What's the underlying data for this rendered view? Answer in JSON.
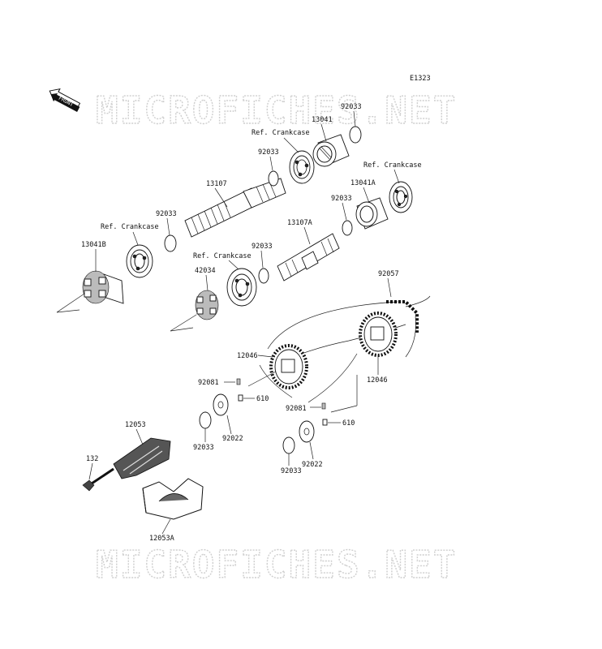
{
  "diagram": {
    "code": "E1323",
    "front_label": "FRONT",
    "watermark_top": "MICROFICHES.NET",
    "watermark_bottom": "MICROFICHES.NET",
    "parts": {
      "p92033_top": "92033",
      "p13041": "13041",
      "ref_crankcase_1": "Ref. Crankcase",
      "p92033_a": "92033",
      "p13107": "13107",
      "ref_crankcase_2": "Ref. Crankcase",
      "p13041a": "13041A",
      "p92033_b": "92033",
      "p92033_c": "92033",
      "ref_crankcase_3": "Ref. Crankcase",
      "p13107a": "13107A",
      "p13041b": "13041B",
      "ref_crankcase_4": "Ref. Crankcase",
      "p92033_d": "92033",
      "p42034": "42034",
      "p92057": "92057",
      "p12046_left": "12046",
      "p12046_right": "12046",
      "p92081_left": "92081",
      "p610_left": "610",
      "p92081_right": "92081",
      "p610_right": "610",
      "p12053": "12053",
      "p92033_e": "92033",
      "p92022_left": "92022",
      "p92033_f": "92033",
      "p92022_right": "92022",
      "p132": "132",
      "p12053a": "12053A"
    }
  }
}
